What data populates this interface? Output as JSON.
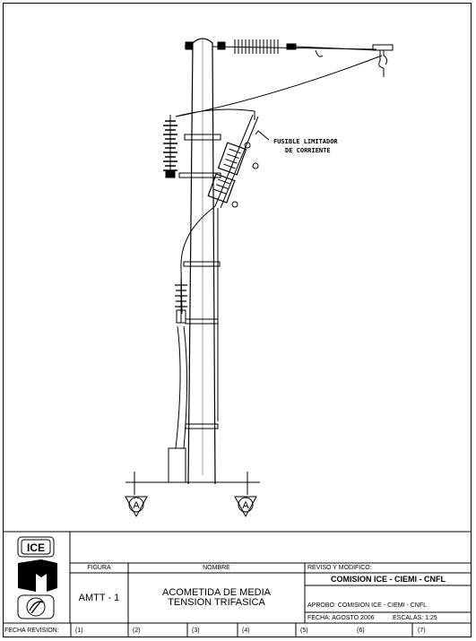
{
  "annotation": {
    "line1": "FUSIBLE LIMITADOR",
    "line2": "DE CORRIENTE"
  },
  "section_marker": "A",
  "logos": [
    {
      "icon": "ice-logo",
      "text": "ICE"
    },
    {
      "icon": "ciemi-logo",
      "text": ""
    },
    {
      "icon": "cnfl-logo",
      "text": ""
    }
  ],
  "title_block": {
    "figura_header": "FIGURA",
    "nombre_header": "NOMBRE",
    "reviso_header": "REVISO Y MODIFICO:",
    "figura_value": "AMTT - 1",
    "nombre_line1": "ACOMETIDA DE MEDIA",
    "nombre_line2": "TENSION TRIFASICA",
    "reviso_value": "COMISION ICE - CIEMI - CNFL",
    "aprobo": "APROBO: COMISION ICE - CIEMI - CNFL",
    "fecha": "FECHA: AGOSTO 2006",
    "escalas": "ESCALAS: 1:25",
    "fecha_revision_label": "FECHA REVISION:",
    "revisions": [
      "(1)",
      "(2)",
      "(3)",
      "(4)",
      "(5)",
      "(6)",
      "(7)"
    ]
  }
}
